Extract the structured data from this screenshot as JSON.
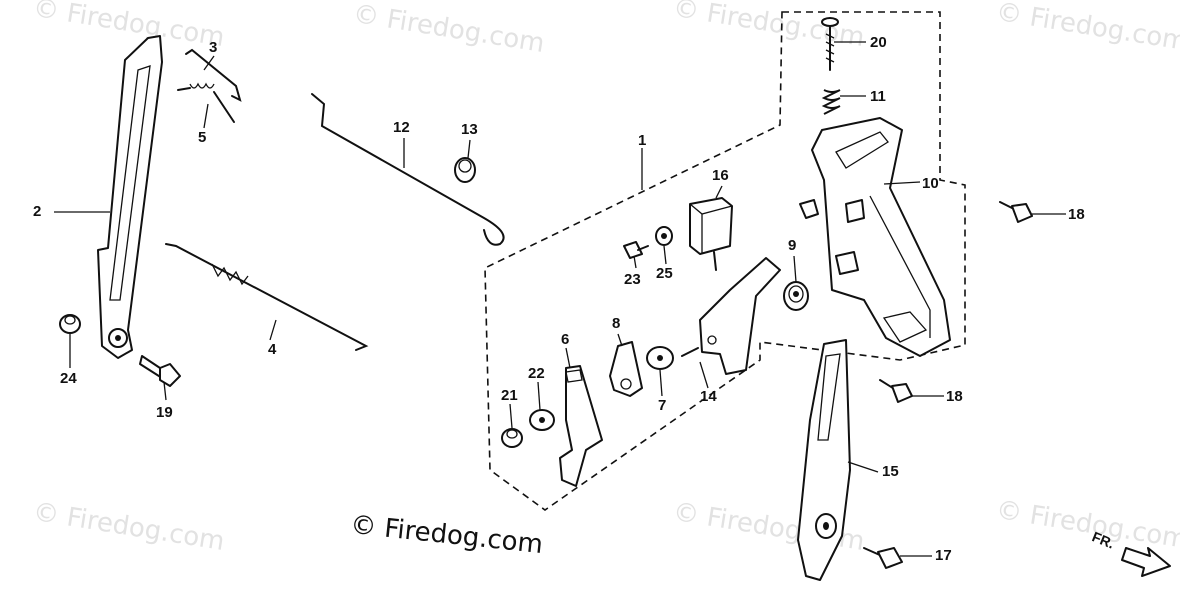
{
  "diagram": {
    "watermark_text": "© Firedog.com",
    "copyright_text": "© Firedog.com",
    "direction_label": "FR.",
    "callouts": [
      {
        "id": "c1",
        "label": "1"
      },
      {
        "id": "c2",
        "label": "2"
      },
      {
        "id": "c3",
        "label": "3"
      },
      {
        "id": "c4",
        "label": "4"
      },
      {
        "id": "c5",
        "label": "5"
      },
      {
        "id": "c6",
        "label": "6"
      },
      {
        "id": "c7",
        "label": "7"
      },
      {
        "id": "c8",
        "label": "8"
      },
      {
        "id": "c9",
        "label": "9"
      },
      {
        "id": "c10",
        "label": "10"
      },
      {
        "id": "c11",
        "label": "11"
      },
      {
        "id": "c12",
        "label": "12"
      },
      {
        "id": "c13",
        "label": "13"
      },
      {
        "id": "c14",
        "label": "14"
      },
      {
        "id": "c15",
        "label": "15"
      },
      {
        "id": "c16",
        "label": "16"
      },
      {
        "id": "c17",
        "label": "17"
      },
      {
        "id": "c18a",
        "label": "18"
      },
      {
        "id": "c18b",
        "label": "18"
      },
      {
        "id": "c19",
        "label": "19"
      },
      {
        "id": "c20",
        "label": "20"
      },
      {
        "id": "c21",
        "label": "21"
      },
      {
        "id": "c22",
        "label": "22"
      },
      {
        "id": "c23",
        "label": "23"
      },
      {
        "id": "c24",
        "label": "24"
      },
      {
        "id": "c25",
        "label": "25"
      }
    ]
  }
}
